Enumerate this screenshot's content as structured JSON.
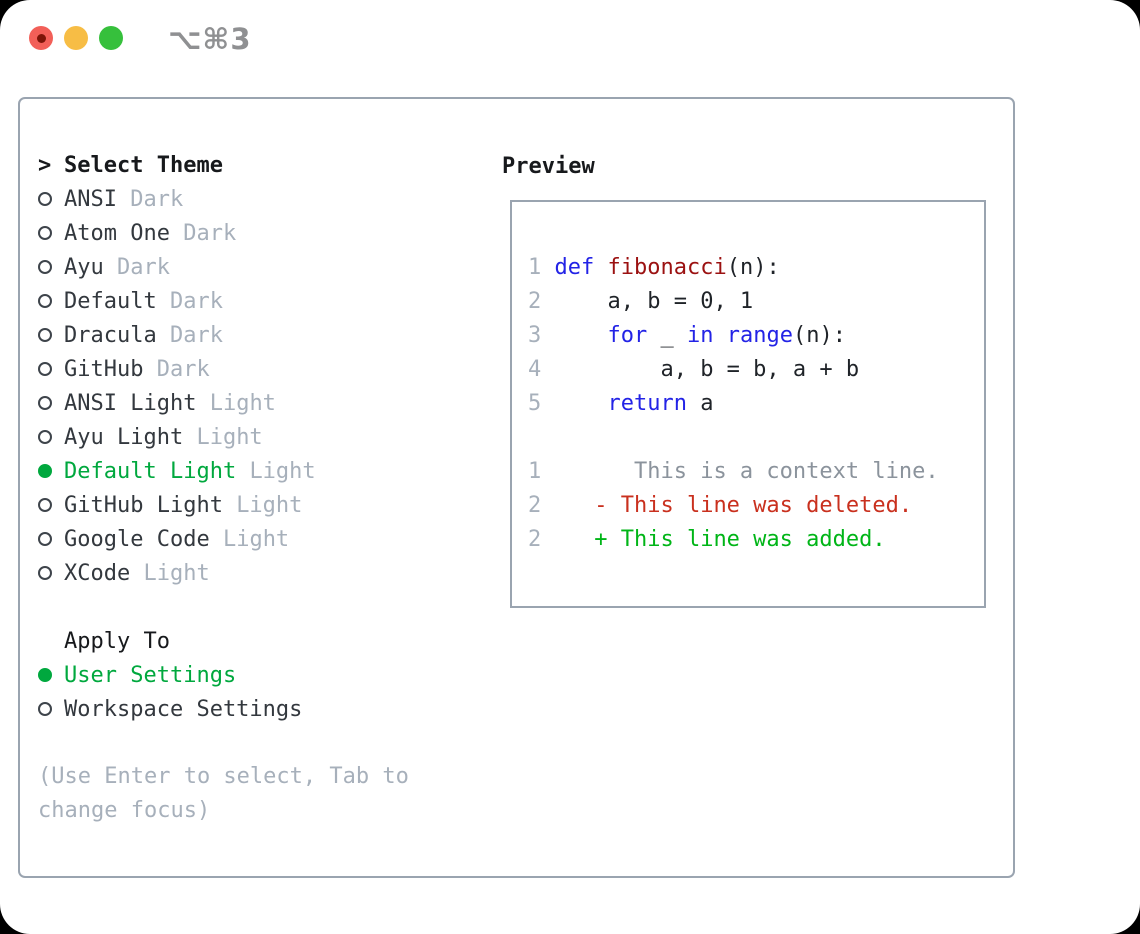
{
  "window": {
    "shortcut": "⌥⌘3",
    "traffic_lights": [
      {
        "name": "close",
        "color": "#f25f58"
      },
      {
        "name": "minimize",
        "color": "#f7bd45"
      },
      {
        "name": "zoom",
        "color": "#36c03c"
      }
    ]
  },
  "theme_picker": {
    "prompt": ">",
    "title": "Select Theme",
    "items": [
      {
        "name": "ANSI",
        "tag": "Dark",
        "selected": false
      },
      {
        "name": "Atom One",
        "tag": "Dark",
        "selected": false
      },
      {
        "name": "Ayu",
        "tag": "Dark",
        "selected": false
      },
      {
        "name": "Default",
        "tag": "Dark",
        "selected": false
      },
      {
        "name": "Dracula",
        "tag": "Dark",
        "selected": false
      },
      {
        "name": "GitHub",
        "tag": "Dark",
        "selected": false
      },
      {
        "name": "ANSI Light",
        "tag": "Light",
        "selected": false
      },
      {
        "name": "Ayu Light",
        "tag": "Light",
        "selected": false
      },
      {
        "name": "Default Light",
        "tag": "Light",
        "selected": true
      },
      {
        "name": "GitHub Light",
        "tag": "Light",
        "selected": false
      },
      {
        "name": "Google Code",
        "tag": "Light",
        "selected": false
      },
      {
        "name": "XCode",
        "tag": "Light",
        "selected": false
      }
    ]
  },
  "apply_to": {
    "title": "Apply To",
    "options": [
      {
        "label": "User Settings",
        "selected": true
      },
      {
        "label": "Workspace Settings",
        "selected": false
      }
    ]
  },
  "hint": "(Use Enter to select, Tab to change focus)",
  "preview": {
    "title": "Preview",
    "code_lines": [
      {
        "num": "1",
        "tokens": [
          {
            "t": "def",
            "c": "kw"
          },
          {
            "t": " ",
            "c": "pl"
          },
          {
            "t": "fibonacci",
            "c": "fn"
          },
          {
            "t": "(n):",
            "c": "pl"
          }
        ]
      },
      {
        "num": "2",
        "tokens": [
          {
            "t": "    a, b = 0, 1",
            "c": "pl"
          }
        ]
      },
      {
        "num": "3",
        "tokens": [
          {
            "t": "    ",
            "c": "pl"
          },
          {
            "t": "for",
            "c": "kw"
          },
          {
            "t": " _ ",
            "c": "pl"
          },
          {
            "t": "in",
            "c": "kw"
          },
          {
            "t": " ",
            "c": "pl"
          },
          {
            "t": "range",
            "c": "kw"
          },
          {
            "t": "(n):",
            "c": "pl"
          }
        ]
      },
      {
        "num": "4",
        "tokens": [
          {
            "t": "        a, b = b, a + b",
            "c": "pl"
          }
        ]
      },
      {
        "num": "5",
        "tokens": [
          {
            "t": "    ",
            "c": "pl"
          },
          {
            "t": "return",
            "c": "kw"
          },
          {
            "t": " a",
            "c": "pl"
          }
        ]
      }
    ],
    "diff_lines": [
      {
        "num": "1",
        "kind": "context",
        "text": "      This is a context line."
      },
      {
        "num": "2",
        "kind": "deleted",
        "text": "   - This line was deleted."
      },
      {
        "num": "2",
        "kind": "added",
        "text": "   + This line was added."
      }
    ]
  },
  "colors": {
    "selection_green": "#00a83e",
    "keyword_blue": "#2323e6",
    "function_red": "#9b1111",
    "diff_deleted_red": "#c9301e",
    "diff_added_green": "#00b517",
    "muted_gray": "#a7b0bb",
    "border_gray": "#9aa4b0"
  }
}
